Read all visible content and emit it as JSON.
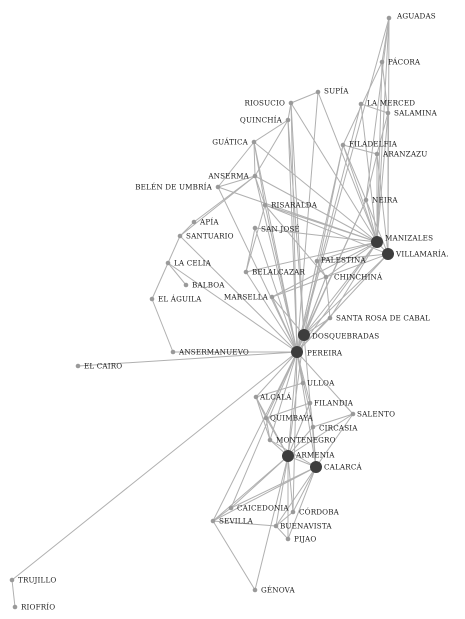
{
  "colors": {
    "edge": "#b0b0b0",
    "node": "#9a9a9a",
    "hub": "#3d3d3d",
    "text": "#222222"
  },
  "nodes": [
    {
      "id": "aguadas",
      "label": "AGUADAS",
      "hub": false
    },
    {
      "id": "pacora",
      "label": "PÁCORA",
      "hub": false
    },
    {
      "id": "supia",
      "label": "SUPÍA",
      "hub": false
    },
    {
      "id": "riosucio",
      "label": "RIOSUCIO",
      "hub": false
    },
    {
      "id": "lamerced",
      "label": "LA MERCED",
      "hub": false
    },
    {
      "id": "salamina",
      "label": "SALAMINA",
      "hub": false
    },
    {
      "id": "quinchia",
      "label": "QUINCHÍA",
      "hub": false
    },
    {
      "id": "guatica",
      "label": "GUÁTICA",
      "hub": false
    },
    {
      "id": "filadelfia",
      "label": "FILADELFIA",
      "hub": false
    },
    {
      "id": "aranzazu",
      "label": "ARANZAZU",
      "hub": false
    },
    {
      "id": "anserma",
      "label": "ANSERMA",
      "hub": false
    },
    {
      "id": "belenumbria",
      "label": "BELÉN DE UMBRÍA",
      "hub": false
    },
    {
      "id": "neira",
      "label": "NEIRA",
      "hub": false
    },
    {
      "id": "risaralda",
      "label": "RISARALDA",
      "hub": false
    },
    {
      "id": "apia",
      "label": "APÍA",
      "hub": false
    },
    {
      "id": "sanjose",
      "label": "SAN JOSÉ",
      "hub": false
    },
    {
      "id": "santuario",
      "label": "SANTUARIO",
      "hub": false
    },
    {
      "id": "manizales",
      "label": "MANIZALES",
      "hub": true
    },
    {
      "id": "villamaria",
      "label": "VILLAMARÍA.",
      "hub": true
    },
    {
      "id": "palestina",
      "label": "PALESTINA",
      "hub": false
    },
    {
      "id": "lacelia",
      "label": "LA CELIA",
      "hub": false
    },
    {
      "id": "belalcazar",
      "label": "BELALCAZAR",
      "hub": false
    },
    {
      "id": "chinchina",
      "label": "CHINCHINÁ",
      "hub": false
    },
    {
      "id": "balboa",
      "label": "BALBOA",
      "hub": false
    },
    {
      "id": "marsella",
      "label": "MARSELLA",
      "hub": false
    },
    {
      "id": "elaguila",
      "label": "EL ÁGUILA",
      "hub": false
    },
    {
      "id": "santarosa",
      "label": "SANTA ROSA DE CABAL",
      "hub": false
    },
    {
      "id": "dosquebradas",
      "label": "DOSQUEBRADAS",
      "hub": true
    },
    {
      "id": "ansermanuevo",
      "label": "ANSERMANUEVO",
      "hub": false
    },
    {
      "id": "pereira",
      "label": "PEREIRA",
      "hub": true
    },
    {
      "id": "elcairo",
      "label": "EL CAIRO",
      "hub": false
    },
    {
      "id": "ulloa",
      "label": "ULLOA",
      "hub": false
    },
    {
      "id": "alcala",
      "label": "ALCALÁ",
      "hub": false
    },
    {
      "id": "filandia",
      "label": "FILANDIA",
      "hub": false
    },
    {
      "id": "salento",
      "label": "SALENTO",
      "hub": false
    },
    {
      "id": "quimbaya",
      "label": "QUIMBAYA",
      "hub": false
    },
    {
      "id": "circasia",
      "label": "CIRCASIA",
      "hub": false
    },
    {
      "id": "montenegro",
      "label": "MONTENEGRO",
      "hub": false
    },
    {
      "id": "armenia",
      "label": "ARMENIA",
      "hub": true
    },
    {
      "id": "calarca",
      "label": "CALARCÁ",
      "hub": true
    },
    {
      "id": "caicedonia",
      "label": "CAICEDONIA",
      "hub": false
    },
    {
      "id": "cordoba",
      "label": "CÓRDOBA",
      "hub": false
    },
    {
      "id": "sevilla",
      "label": "SEVILLA",
      "hub": false
    },
    {
      "id": "buenavista",
      "label": "BUENAVISTA",
      "hub": false
    },
    {
      "id": "pijao",
      "label": "PIJAO",
      "hub": false
    },
    {
      "id": "genova",
      "label": "GÉNOVA",
      "hub": false
    },
    {
      "id": "trujillo",
      "label": "TRUJILLO",
      "hub": false
    },
    {
      "id": "riofrio",
      "label": "RIOFRÍO",
      "hub": false
    }
  ],
  "edges": [
    [
      "aguadas",
      "pacora"
    ],
    [
      "aguadas",
      "manizales"
    ],
    [
      "aguadas",
      "villamaria"
    ],
    [
      "aguadas",
      "neira"
    ],
    [
      "aguadas",
      "pereira"
    ],
    [
      "pacora",
      "salamina"
    ],
    [
      "pacora",
      "manizales"
    ],
    [
      "pacora",
      "filadelfia"
    ],
    [
      "lamerced",
      "salamina"
    ],
    [
      "lamerced",
      "manizales"
    ],
    [
      "lamerced",
      "pereira"
    ],
    [
      "salamina",
      "manizales"
    ],
    [
      "salamina",
      "aranzazu"
    ],
    [
      "salamina",
      "villamaria"
    ],
    [
      "supia",
      "riosucio"
    ],
    [
      "supia",
      "manizales"
    ],
    [
      "supia",
      "pereira"
    ],
    [
      "riosucio",
      "quinchia"
    ],
    [
      "riosucio",
      "manizales"
    ],
    [
      "riosucio",
      "dosquebradas"
    ],
    [
      "riosucio",
      "pereira"
    ],
    [
      "quinchia",
      "anserma"
    ],
    [
      "quinchia",
      "guatica"
    ],
    [
      "quinchia",
      "pereira"
    ],
    [
      "quinchia",
      "dosquebradas"
    ],
    [
      "guatica",
      "anserma"
    ],
    [
      "guatica",
      "manizales"
    ],
    [
      "guatica",
      "pereira"
    ],
    [
      "guatica",
      "risaralda"
    ],
    [
      "guatica",
      "belenumbria"
    ],
    [
      "filadelfia",
      "aranzazu"
    ],
    [
      "filadelfia",
      "manizales"
    ],
    [
      "filadelfia",
      "neira"
    ],
    [
      "filadelfia",
      "pereira"
    ],
    [
      "filadelfia",
      "dosquebradas"
    ],
    [
      "aranzazu",
      "manizales"
    ],
    [
      "aranzazu",
      "villamaria"
    ],
    [
      "aranzazu",
      "neira"
    ],
    [
      "anserma",
      "belenumbria"
    ],
    [
      "anserma",
      "manizales"
    ],
    [
      "anserma",
      "apia"
    ],
    [
      "anserma",
      "santuario"
    ],
    [
      "anserma",
      "risaralda"
    ],
    [
      "anserma",
      "pereira"
    ],
    [
      "belenumbria",
      "manizales"
    ],
    [
      "belenumbria",
      "pereira"
    ],
    [
      "neira",
      "manizales"
    ],
    [
      "neira",
      "villamaria"
    ],
    [
      "neira",
      "pereira"
    ],
    [
      "neira",
      "dosquebradas"
    ],
    [
      "risaralda",
      "manizales"
    ],
    [
      "risaralda",
      "villamaria"
    ],
    [
      "risaralda",
      "belalcazar"
    ],
    [
      "risaralda",
      "pereira"
    ],
    [
      "risaralda",
      "chinchina"
    ],
    [
      "sanjose",
      "manizales"
    ],
    [
      "sanjose",
      "belalcazar"
    ],
    [
      "sanjose",
      "pereira"
    ],
    [
      "santuario",
      "lacelia"
    ],
    [
      "santuario",
      "pereira"
    ],
    [
      "apia",
      "santuario"
    ],
    [
      "lacelia",
      "balboa"
    ],
    [
      "lacelia",
      "elaguila"
    ],
    [
      "lacelia",
      "pereira"
    ],
    [
      "elaguila",
      "ansermanuevo"
    ],
    [
      "ansermanuevo",
      "pereira"
    ],
    [
      "elcairo",
      "pereira"
    ],
    [
      "manizales",
      "villamaria"
    ],
    [
      "manizales",
      "chinchina"
    ],
    [
      "manizales",
      "palestina"
    ],
    [
      "manizales",
      "belalcazar"
    ],
    [
      "manizales",
      "dosquebradas"
    ],
    [
      "manizales",
      "pereira"
    ],
    [
      "manizales",
      "marsella"
    ],
    [
      "manizales",
      "santarosa"
    ],
    [
      "villamaria",
      "chinchina"
    ],
    [
      "villamaria",
      "pereira"
    ],
    [
      "villamaria",
      "dosquebradas"
    ],
    [
      "villamaria",
      "palestina"
    ],
    [
      "palestina",
      "pereira"
    ],
    [
      "palestina",
      "chinchina"
    ],
    [
      "chinchina",
      "pereira"
    ],
    [
      "chinchina",
      "dosquebradas"
    ],
    [
      "chinchina",
      "santarosa"
    ],
    [
      "chinchina",
      "marsella"
    ],
    [
      "belalcazar",
      "pereira"
    ],
    [
      "marsella",
      "pereira"
    ],
    [
      "marsella",
      "dosquebradas"
    ],
    [
      "santarosa",
      "pereira"
    ],
    [
      "santarosa",
      "dosquebradas"
    ],
    [
      "dosquebradas",
      "pereira"
    ],
    [
      "dosquebradas",
      "armenia"
    ],
    [
      "dosquebradas",
      "calarca"
    ],
    [
      "pereira",
      "ulloa"
    ],
    [
      "pereira",
      "alcala"
    ],
    [
      "pereira",
      "filandia"
    ],
    [
      "pereira",
      "quimbaya"
    ],
    [
      "pereira",
      "circasia"
    ],
    [
      "pereira",
      "montenegro"
    ],
    [
      "pereira",
      "armenia"
    ],
    [
      "pereira",
      "calarca"
    ],
    [
      "pereira",
      "salento"
    ],
    [
      "pereira",
      "caicedonia"
    ],
    [
      "pereira",
      "sevilla"
    ],
    [
      "pereira",
      "trujillo"
    ],
    [
      "pereira",
      "cordoba"
    ],
    [
      "ulloa",
      "alcala"
    ],
    [
      "alcala",
      "quimbaya"
    ],
    [
      "alcala",
      "armenia"
    ],
    [
      "alcala",
      "montenegro"
    ],
    [
      "filandia",
      "armenia"
    ],
    [
      "filandia",
      "quimbaya"
    ],
    [
      "filandia",
      "circasia"
    ],
    [
      "salento",
      "armenia"
    ],
    [
      "salento",
      "circasia"
    ],
    [
      "salento",
      "calarca"
    ],
    [
      "quimbaya",
      "montenegro"
    ],
    [
      "quimbaya",
      "armenia"
    ],
    [
      "circasia",
      "armenia"
    ],
    [
      "circasia",
      "calarca"
    ],
    [
      "montenegro",
      "armenia"
    ],
    [
      "montenegro",
      "calarca"
    ],
    [
      "armenia",
      "calarca"
    ],
    [
      "armenia",
      "caicedonia"
    ],
    [
      "armenia",
      "cordoba"
    ],
    [
      "armenia",
      "buenavista"
    ],
    [
      "armenia",
      "pijao"
    ],
    [
      "armenia",
      "sevilla"
    ],
    [
      "armenia",
      "genova"
    ],
    [
      "calarca",
      "caicedonia"
    ],
    [
      "calarca",
      "cordoba"
    ],
    [
      "calarca",
      "buenavista"
    ],
    [
      "calarca",
      "pijao"
    ],
    [
      "calarca",
      "sevilla"
    ],
    [
      "caicedonia",
      "sevilla"
    ],
    [
      "sevilla",
      "buenavista"
    ],
    [
      "sevilla",
      "genova"
    ],
    [
      "cordoba",
      "buenavista"
    ],
    [
      "buenavista",
      "pijao"
    ],
    [
      "trujillo",
      "riofrio"
    ]
  ]
}
